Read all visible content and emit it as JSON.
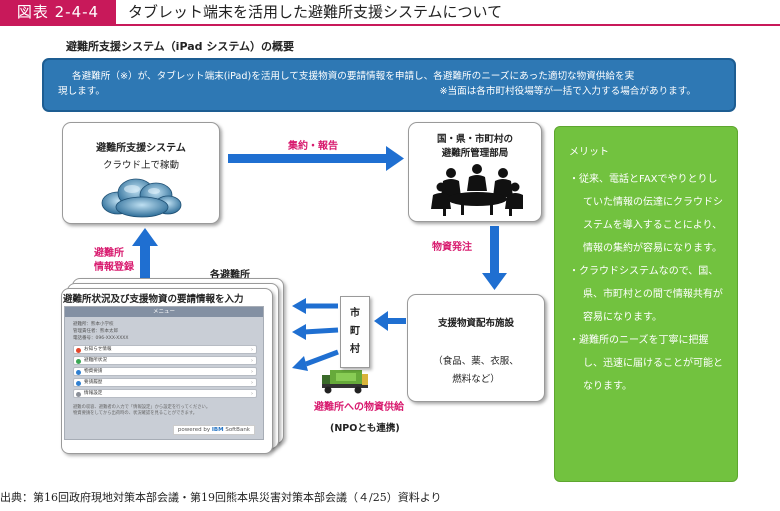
{
  "header": {
    "figure_label": "図表 2-4-4",
    "title": "タブレット端末を活用した避難所支援システムについて"
  },
  "subtitle": "避難所支援システム（iPad システム）の概要",
  "summary": {
    "line1": "各避難所（※）が、タブレット端末(iPad)を活用して支援物資の要請情報を申請し、各避難所のニーズにあった適切な物資供給を実",
    "line2_left": "現します。",
    "line2_right": "※当面は各市町村役場等が一括で入力する場合があります。"
  },
  "system_box": {
    "title": "避難所支援システム",
    "subtitle": "クラウド上で稼動"
  },
  "hq_box": {
    "title_line1": "国・県・市町村の",
    "title_line2": "避難所管理部局"
  },
  "distribution_box": {
    "title": "支援物資配布施設",
    "items_line1": "（食品、薬、衣服、",
    "items_line2": "燃料など）"
  },
  "shelters": {
    "label": "各避難所",
    "input_title": "避難所状況及び支援物資の要請情報を入力"
  },
  "tablet": {
    "menu_label": "メニュー",
    "head_lines": [
      "避難所：熊本小学校",
      "管理責任者：熊本太郎",
      "電話番号：096-XXX-XXXX"
    ],
    "rows": [
      "お知らせ情報",
      "避難所状況",
      "物資要請",
      "要請履歴",
      "情報設定"
    ],
    "foot_lines": [
      "避難の収容、避難者の入力で「情報設定」から設定を行ってください。",
      "物資要請をしてから出荷時の、状況確認を見ることができます。"
    ],
    "brand_ibm": "IBM",
    "brand_sb": "SoftBank",
    "brand_prefix": "powered by"
  },
  "municipality": {
    "label": "市町村"
  },
  "labels": {
    "aggregate_report": "集約・報告",
    "dispatch": "物資発注",
    "register_line1": "避難所",
    "register_line2": "情報登録",
    "supply": "避難所への物資供給",
    "npo": "(NPOとも連携)"
  },
  "merits": {
    "title": "メリット",
    "items": [
      "・従来、電話とFAXでやりとりしていた情報の伝達にクラウドシステムを導入することにより、情報の集約が容易になります。",
      "・クラウドシステムなので、国、県、市町村との間で情報共有が容易になります。",
      "・避難所のニーズを丁寧に把握し、迅速に届けることが可能となります。"
    ]
  },
  "source": "出典：第16回政府現地対策本部会議・第19回熊本県災害対策本部会議（４/25）資料より",
  "colors": {
    "accent_pink": "#c8195a",
    "label_pink": "#d81b6f",
    "summary_blue": "#2e78b4",
    "arrow_blue": "#1f6fd1",
    "merit_green": "#72c23f"
  }
}
